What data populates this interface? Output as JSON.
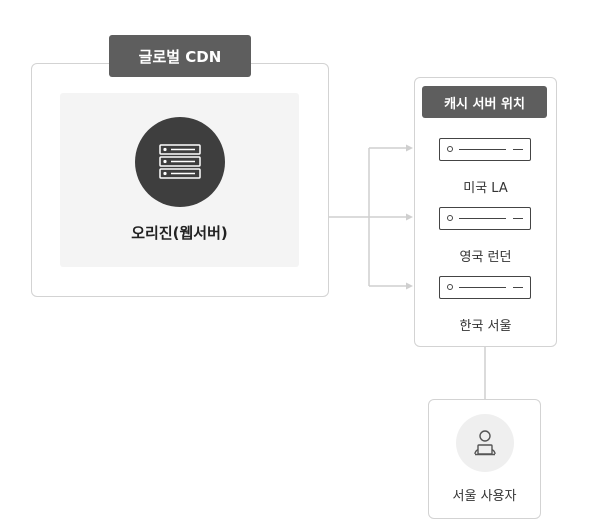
{
  "cdn": {
    "title": "글로벌 CDN"
  },
  "origin": {
    "label": "오리진(웹서버)",
    "icon": "server-stack-icon"
  },
  "cache": {
    "title": "캐시 서버 위치",
    "locations": [
      {
        "label": "미국 LA"
      },
      {
        "label": "영국 런던"
      },
      {
        "label": "한국 서울"
      }
    ]
  },
  "user": {
    "label": "서울 사용자",
    "icon": "user-laptop-icon"
  },
  "colors": {
    "dark": "#3e3e3e",
    "tag": "#5e5e5e",
    "border": "#d3d3d3",
    "connector": "#cfcfcf"
  }
}
